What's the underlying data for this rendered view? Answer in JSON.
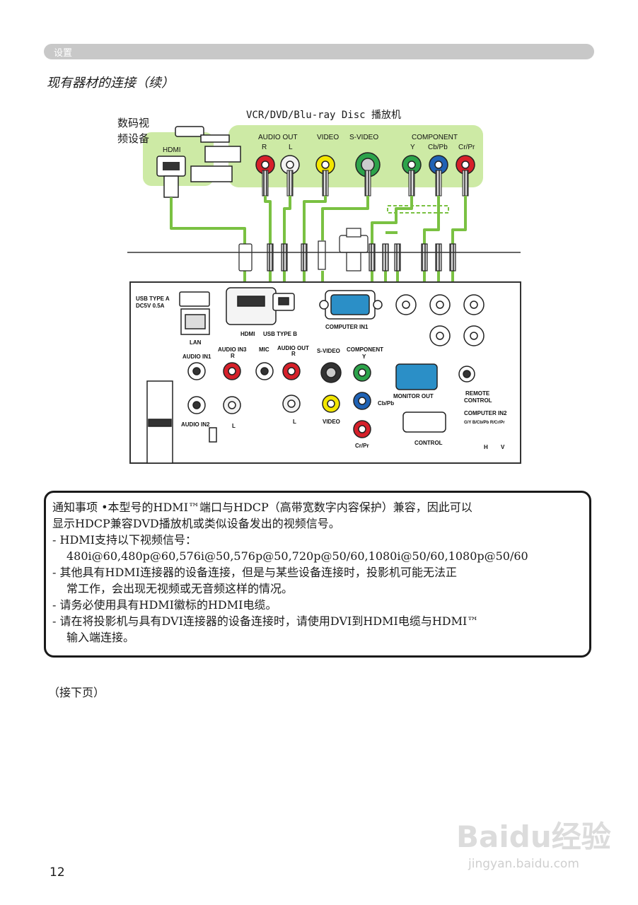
{
  "header": {
    "section": "设置"
  },
  "subtitle": "现有器材的连接（续）",
  "diagram": {
    "player_title": "VCR/DVD/Blu-ray Disc 播放机",
    "device_line1": "数码视",
    "device_line2": "频设备",
    "hdmi_src": "HDMI",
    "audio_out_src": "AUDIO OUT",
    "r_src": "R",
    "l_src": "L",
    "video_src": "VIDEO",
    "svideo_src": "S-VIDEO",
    "component_src": "COMPONENT",
    "y_src": "Y",
    "cbpb_src": "Cb/Pb",
    "crpr_src": "Cr/Pr",
    "usb_a1": "USB TYPE A",
    "usb_a2": "DC5V 0.5A",
    "lan": "LAN",
    "hdmi_port": "HDMI",
    "usb_b": "USB TYPE B",
    "computer_in1": "COMPUTER IN1",
    "audio_in1": "AUDIO IN1",
    "audio_in3": "AUDIO IN3",
    "audio_in3_r": "R",
    "mic": "MIC",
    "audio_out_port": "AUDIO OUT",
    "audio_out_r": "R",
    "svideo_port": "S-VIDEO",
    "component_port": "COMPONENT",
    "component_y": "Y",
    "audio_in2": "AUDIO IN2",
    "l_left": "L",
    "l_mid": "L",
    "video_port": "VIDEO",
    "cbpb_port": "Cb/Pb",
    "crpr_port": "Cr/Pr",
    "monitor_out": "MONITOR OUT",
    "remote1": "REMOTE",
    "remote2": "CONTROL",
    "computer_in2": "COMPUTER IN2",
    "cin2_cols": "G/Y  B/Cb/Pb  R/Cr/Pr",
    "h": "H",
    "v": "V",
    "control": "CONTROL"
  },
  "notice": {
    "line1": "通知事项  •本型号的HDMI™端口与HDCP（高带宽数字内容保护）兼容，因此可以",
    "line2": "显示HDCP兼容DVD播放机或类似设备发出的视频信号。",
    "line3": "- HDMI支持以下视频信号：",
    "line4": "480i@60,480p@60,576i@50,576p@50,720p@50/60,1080i@50/60,1080p@50/60",
    "line5": "- 其他具有HDMI连接器的设备连接，但是与某些设备连接时，投影机可能无法正",
    "line6": "常工作，会出现无视频或无音频这样的情况。",
    "line7": "- 请务必使用具有HDMI徽标的HDMI电缆。",
    "line8": "- 请在将投影机与具有DVI连接器的设备连接时，请使用DVI到HDMI电缆与HDMI™",
    "line9": "输入端连接。"
  },
  "continued": "（接下页）",
  "page_number": "12",
  "watermark": {
    "logo": "Baidu经验",
    "url": "jingyan.baidu.com"
  },
  "colors": {
    "cable": "#7ac142",
    "panel_green": "#cdeaa5",
    "red": "#d6202a",
    "white": "#f2f2f2",
    "yellow": "#f3e600",
    "green": "#2ca34a",
    "blue": "#1f62b5",
    "vga": "#2b8fc7"
  }
}
